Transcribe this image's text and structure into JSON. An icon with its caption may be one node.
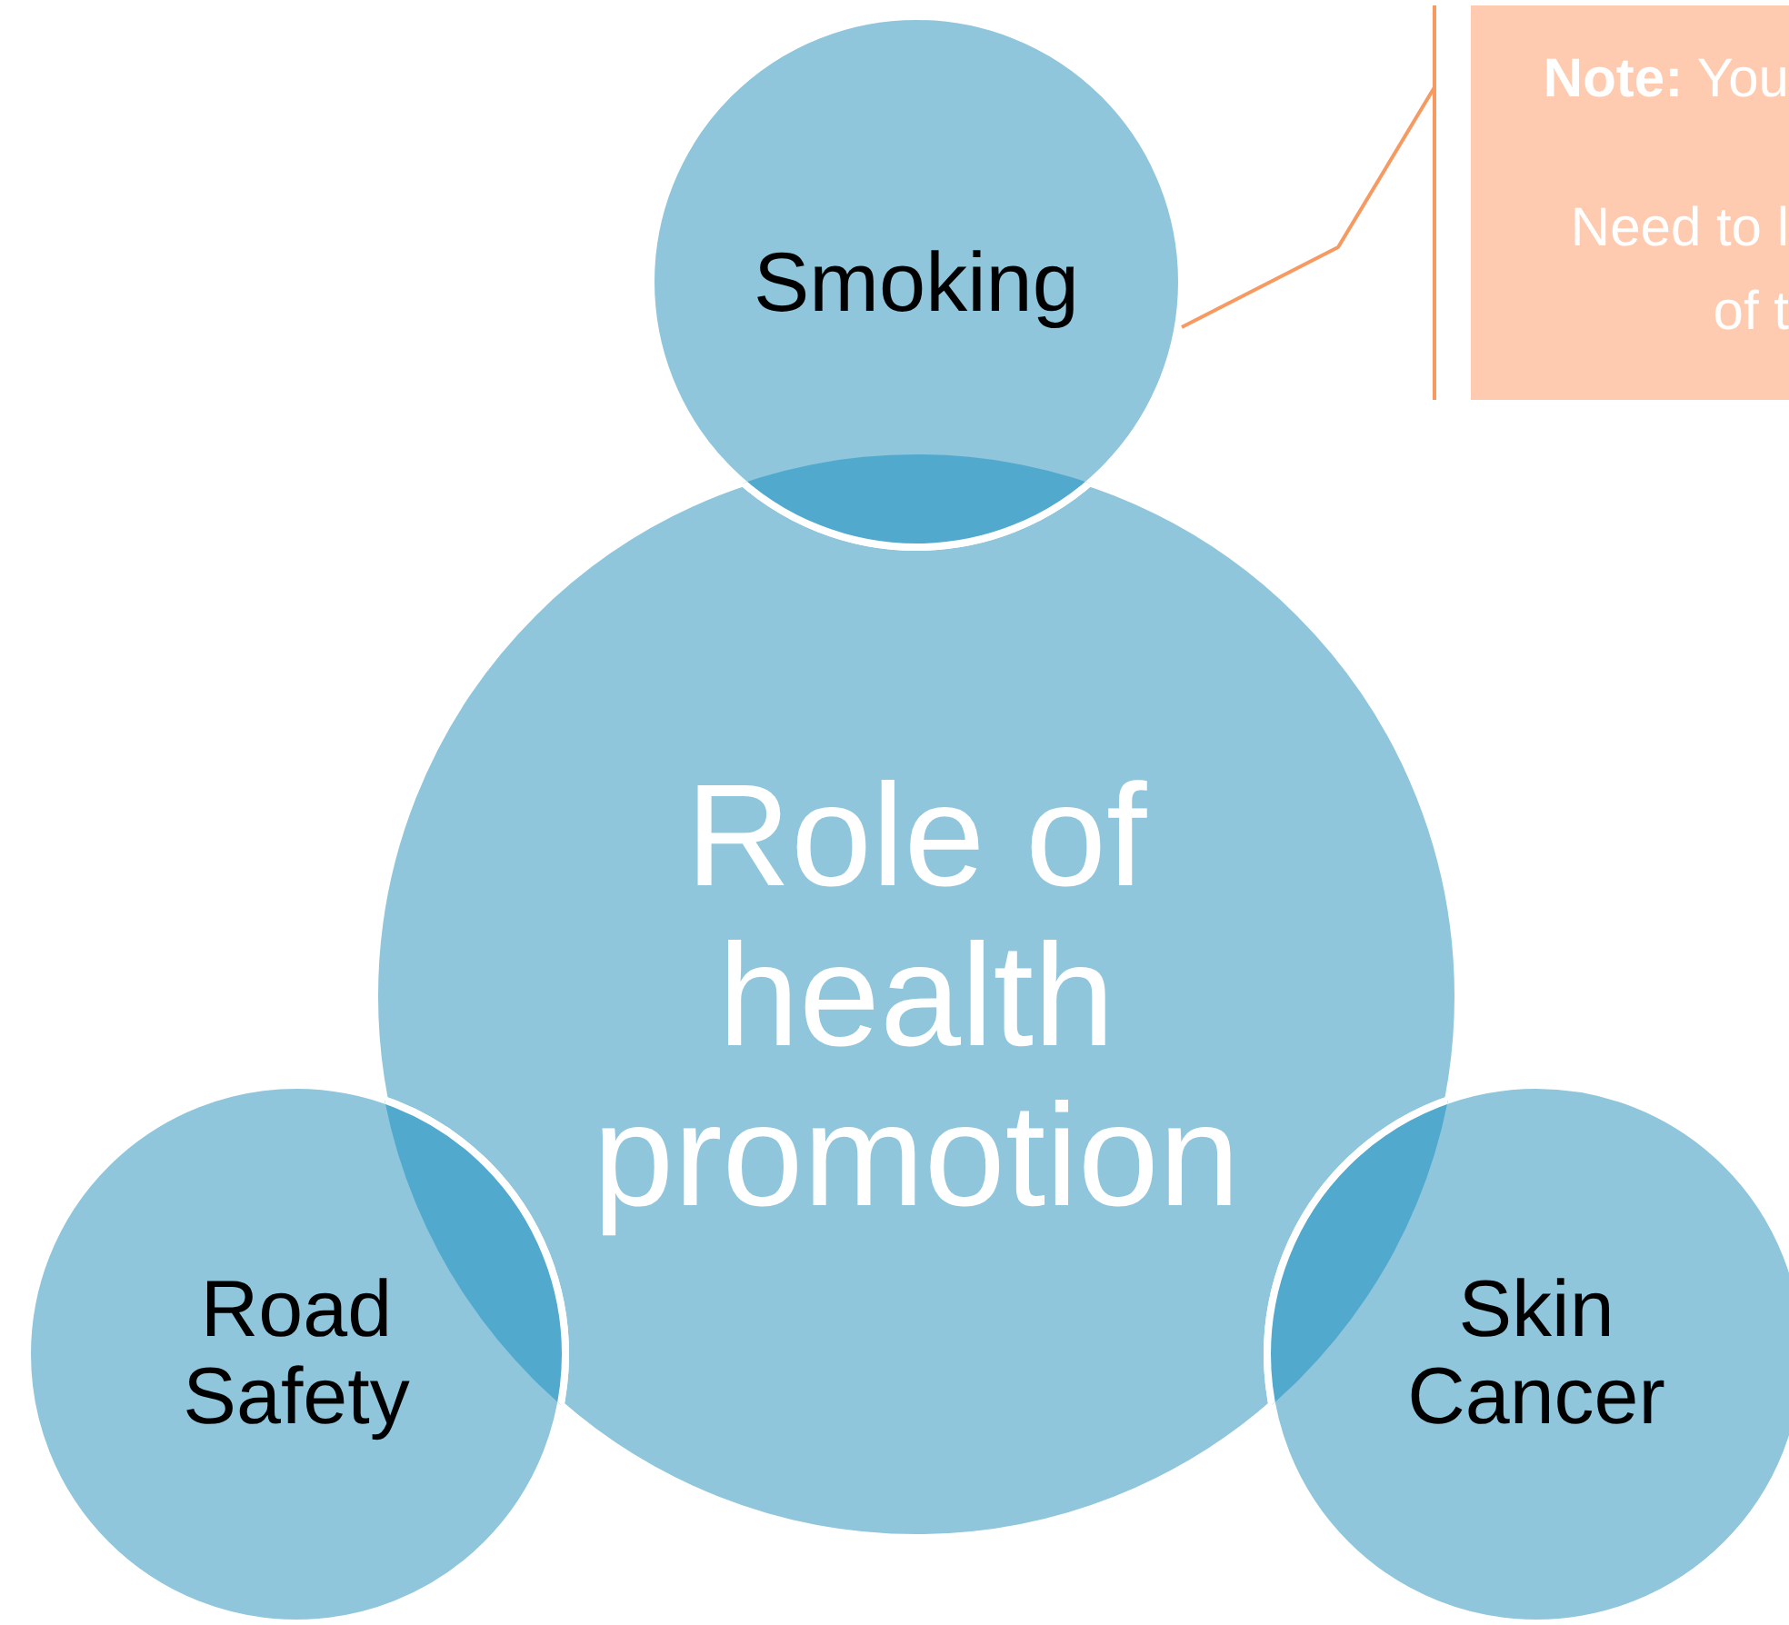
{
  "diagram": {
    "nodes": [
      {
        "text": [
          "Smoking"
        ]
      },
      {
        "text": [
          "Role of health promotion"
        ]
      },
      {
        "text": [
          "Road Safety"
        ]
      },
      {
        "text": [
          "Skin Cancer"
        ]
      },
      {
        "text": [
          "**Note:** You",
          "Need to l of t"
        ]
      }
    ],
    "edges": [
      {
        "from": 4,
        "to": 0,
        "arrow": "none"
      }
    ]
  }
}
